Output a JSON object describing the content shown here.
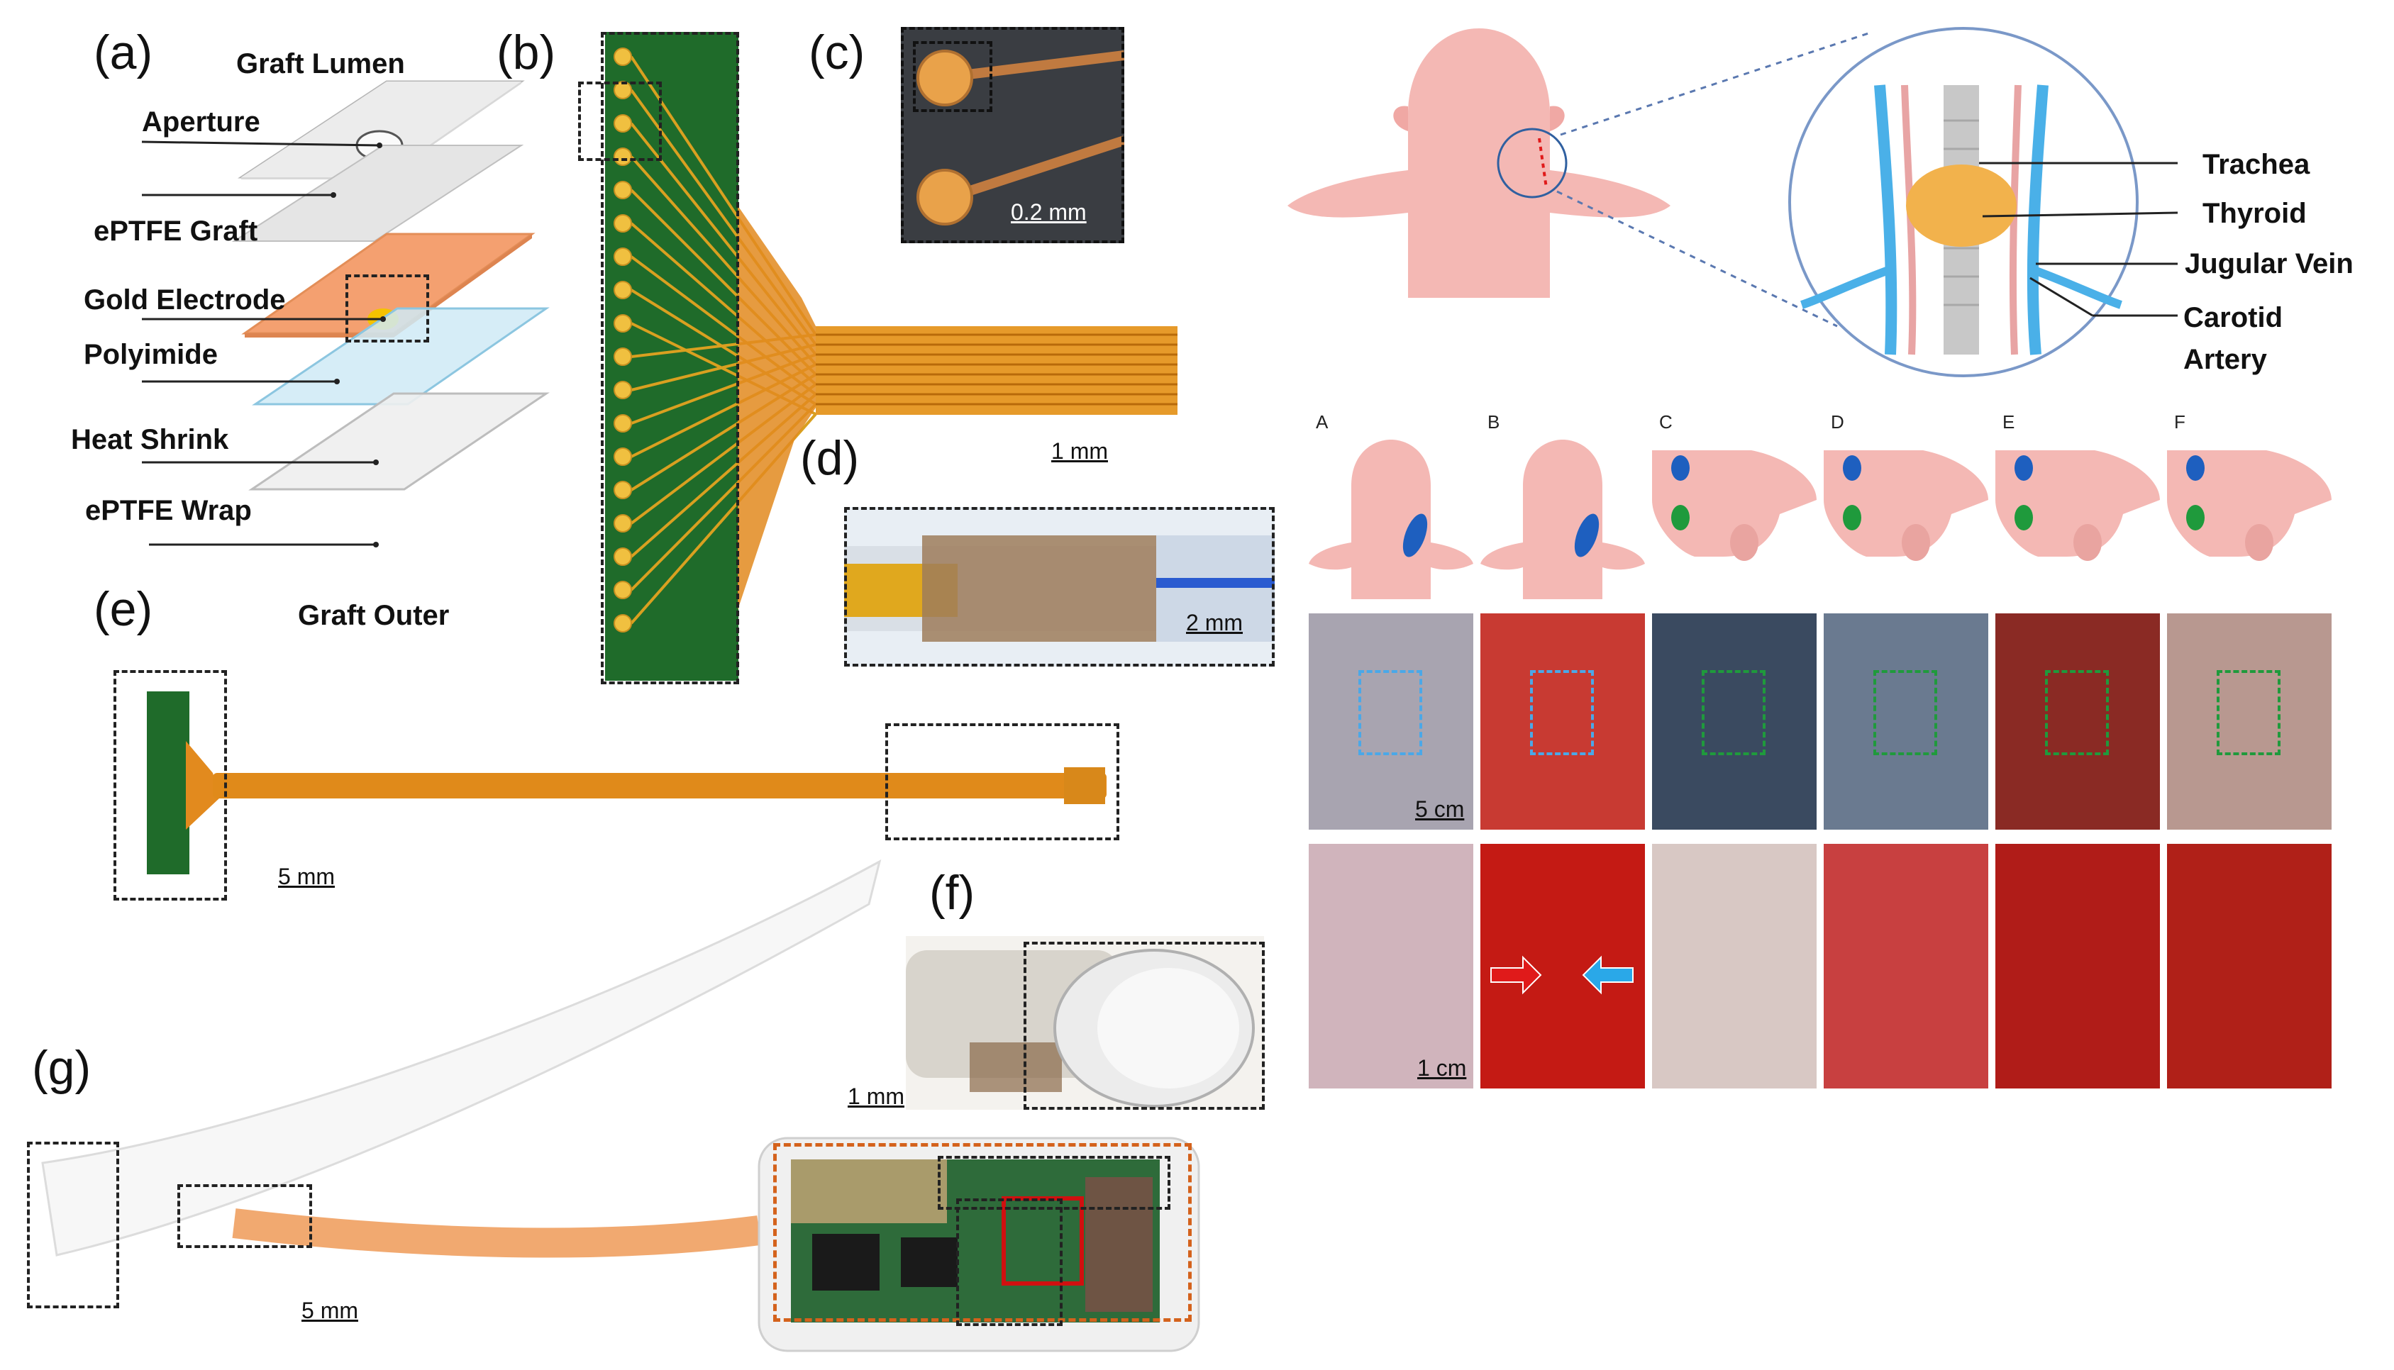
{
  "panels": {
    "a": "(a)",
    "b": "(b)",
    "c": "(c)",
    "d": "(d)",
    "e": "(e)",
    "f": "(f)",
    "g": "(g)"
  },
  "layers": {
    "graft_lumen": "Graft Lumen",
    "aperture": "Aperture",
    "eptfe_graft": "ePTFE Graft",
    "gold_electrode": "Gold Electrode",
    "polyimide": "Polyimide",
    "heat_shrink": "Heat Shrink",
    "eptfe_wrap": "ePTFE  Wrap",
    "graft_outer": "Graft Outer"
  },
  "scale_bars": {
    "c": "0.2 mm",
    "b": "1 mm",
    "d": "2 mm",
    "e": "5 mm",
    "f": "1 mm",
    "g": "5 mm",
    "surgery_top": "5 cm",
    "surgery_bottom": "1 cm"
  },
  "anatomy": {
    "trachea": "Trachea",
    "thyroid": "Thyroid",
    "jugular_vein": "Jugular Vein",
    "carotid": "Carotid",
    "artery": "Artery"
  },
  "steps": [
    "A",
    "B",
    "C",
    "D",
    "E",
    "F"
  ],
  "colors": {
    "pig_skin": "#f4b8b4",
    "polyimide": "#f4a070",
    "gold": "#f5c200",
    "board_green": "#1f6b2a",
    "vessel_blue": "#1e5fbf",
    "marker_green": "#1f9a3c",
    "surgery_red": "#b81a1a",
    "orange_box": "#d4621c"
  }
}
